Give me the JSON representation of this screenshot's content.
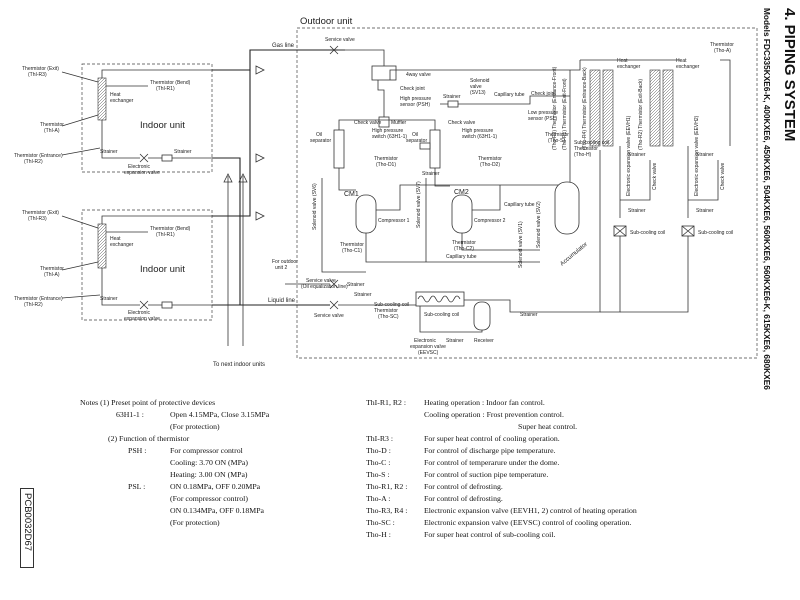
{
  "header": {
    "title": "4. PIPING SYSTEM",
    "models": "Models FDC335KXE6-K, 400KXE6, 450KXE6, 504KXE6, 560KXE6, 560KXE6-K, 615KXE6, 680KXE6"
  },
  "doc_code": "PCB0032D67",
  "diagram": {
    "outdoor_unit": "Outdoor unit",
    "indoor_unit_1": "Indoor unit",
    "indoor_unit_2": "Indoor unit",
    "gas_line": "Gas line",
    "liquid_line": "Liquid line",
    "to_next": "To next indoor units",
    "for_outdoor_unit_2_a": "For outdoor",
    "for_outdoor_unit_2_b": "unit 2",
    "service_valve": "Service valve",
    "service_valve_oil_a": "Service valve",
    "service_valve_oil_b": "(Oil equalization line)",
    "service_valve_bottom": "Service valve",
    "four_way_valve": "4way valve",
    "check_joint": "Check joint",
    "check_joint_h": "Check joint",
    "high_pressure_sensor_a": "High pressure",
    "high_pressure_sensor_b": "sensor (PSH)",
    "muffler": "Muffler",
    "strainer": "Strainer",
    "solenoid_valve_sv13_a": "Solenoid",
    "solenoid_valve_sv13_b": "valve",
    "solenoid_valve_sv13_c": "(SV13)",
    "capillary_tube": "Capillary tube",
    "low_pressure_sensor_a": "Low pressure",
    "low_pressure_sensor_b": "sensor (PSL)",
    "thermistor_tho_s_a": "Thermistor",
    "thermistor_tho_s_b": "(Tho-S)",
    "check_valve": "Check valve",
    "hp_switch_1_a": "High pressure",
    "hp_switch_1_b": "switch (63H1-1)",
    "hp_switch_2_a": "High pressure",
    "hp_switch_2_b": "switch (63H1-1)",
    "oil_separator": "Oil",
    "oil_separator_b": "separator",
    "tho_d1_a": "Thermistor",
    "tho_d1_b": "(Tho-D1)",
    "tho_d2_a": "Thermistor",
    "tho_d2_b": "(Tho-D2)",
    "cm1": "CM1",
    "cm2": "CM2",
    "compressor1": "Compressor 1",
    "compressor2": "Compressor 2",
    "tho_c1_a": "Thermistor",
    "tho_c1_b": "(Tho-C1)",
    "tho_c2_a": "Thermistor",
    "tho_c2_b": "(Tho-C2)",
    "accumulator": "Accumulator",
    "sub_cooling_coil": "Sub-cooling coil",
    "tho_sc_a": "Thermistor",
    "tho_sc_b": "(Tho-SC)",
    "eevsc_a": "Electronic",
    "eevsc_b": "expansion valve",
    "eevsc_c": "(EEVSC)",
    "receiver": "Receiver",
    "sub_cooling_coil_thermistor_a": "Sub-cooling coil",
    "sub_cooling_coil_thermistor_b": "Thermistor",
    "sub_cooling_coil_thermistor_c": "(Tho-H)",
    "heat_exchanger": "Heat",
    "heat_exchanger_b": "exchanger",
    "thermistor_tho_a_a": "Thermistor",
    "thermistor_tho_a_b": "(Tho-A)",
    "tho_r3_label": "(Tho-R3) Thermistor (Entrance-Front)",
    "tho_r1_label": "(Tho-R1) Thermistor (Exit-Front)",
    "tho_r4_label": "(Tho-R4) Thermistor (Entrance-Back)",
    "tho_r2_label": "(Tho-R2) Thermistor (Exit-Back)",
    "eevh1_label": "Electronic expansion valve (EEVH1)",
    "eevh2_label": "Electronic expansion valve (EEVH2)",
    "check_valve_r": "Check valve",
    "strainer_r": "Strainer",
    "indoor_thi_r3": "Thermistor (Exit)",
    "indoor_thi_r3_b": "(ThI-R3)",
    "indoor_thi_r1": "Thermistor (Bend)",
    "indoor_thi_r1_b": "(ThI-R1)",
    "indoor_thi_a": "Thermistor",
    "indoor_thi_a_b": "(ThI-A)",
    "indoor_thi_r2": "Thermistor (Entrance)",
    "indoor_thi_r2_b": "(ThI-R2)",
    "indoor_heat_exchanger_a": "Heat",
    "indoor_heat_exchanger_b": "exchanger",
    "indoor_eev_a": "Electronic",
    "indoor_eev_b": "expansion valve",
    "indoor_strainer": "Strainer",
    "solenoid_sv6": "Solenoid valve (SV6)",
    "solenoid_sv7": "Solenoid valve (SV7)",
    "solenoid_sv2": "Solenoid valve (SV2)",
    "solenoid_sv1": "Solenoid valve (SV1)"
  },
  "notes": {
    "heading": "Notes (1) Preset point of protective devices",
    "h63": "63H1-1 :",
    "h63_val": "Open 4.15MPa, Close 3.15MPa",
    "h63_note": "(For protection)",
    "thermistor_heading": "(2) Function of thermistor",
    "psh": "PSH :",
    "psh_1": "For compressor control",
    "psh_2": "Cooling: 3.70 ON (MPa)",
    "psh_3": "Heating: 3.00 ON (MPa)",
    "psl": "PSL :",
    "psl_1": "ON 0.18MPa, OFF 0.20MPa",
    "psl_2": "(For compressor control)",
    "psl_3": "ON 0.134MPa, OFF 0.18MPa",
    "psl_4": "(For protection)"
  },
  "functions": [
    {
      "key": "ThI-R1, R2 :",
      "value": "Heating operation : Indoor fan control."
    },
    {
      "key": "",
      "value": "Cooling operation : Frost prevention control."
    },
    {
      "key": "",
      "value": "Super heat control."
    },
    {
      "key": "ThI-R3 :",
      "value": "For super heat control of cooling operation."
    },
    {
      "key": "Tho-D :",
      "value": "For control of discharge pipe temperature."
    },
    {
      "key": "Tho-C :",
      "value": "For control of temperarure under the dome."
    },
    {
      "key": "Tho-S :",
      "value": "For control of suction pipe temperature."
    },
    {
      "key": "Tho-R1, R2 :",
      "value": "For control of defrosting."
    },
    {
      "key": "Tho-A :",
      "value": "For control of defrosting."
    },
    {
      "key": "Tho-R3, R4 :",
      "value": "Electronic expansion valve (EEVH1, 2) control of heating operation"
    },
    {
      "key": "Tho-SC :",
      "value": "Electronic expansion valve (EEVSC) control of cooling operation."
    },
    {
      "key": "Tho-H :",
      "value": "For super heat control of sub-cooling coil."
    }
  ]
}
